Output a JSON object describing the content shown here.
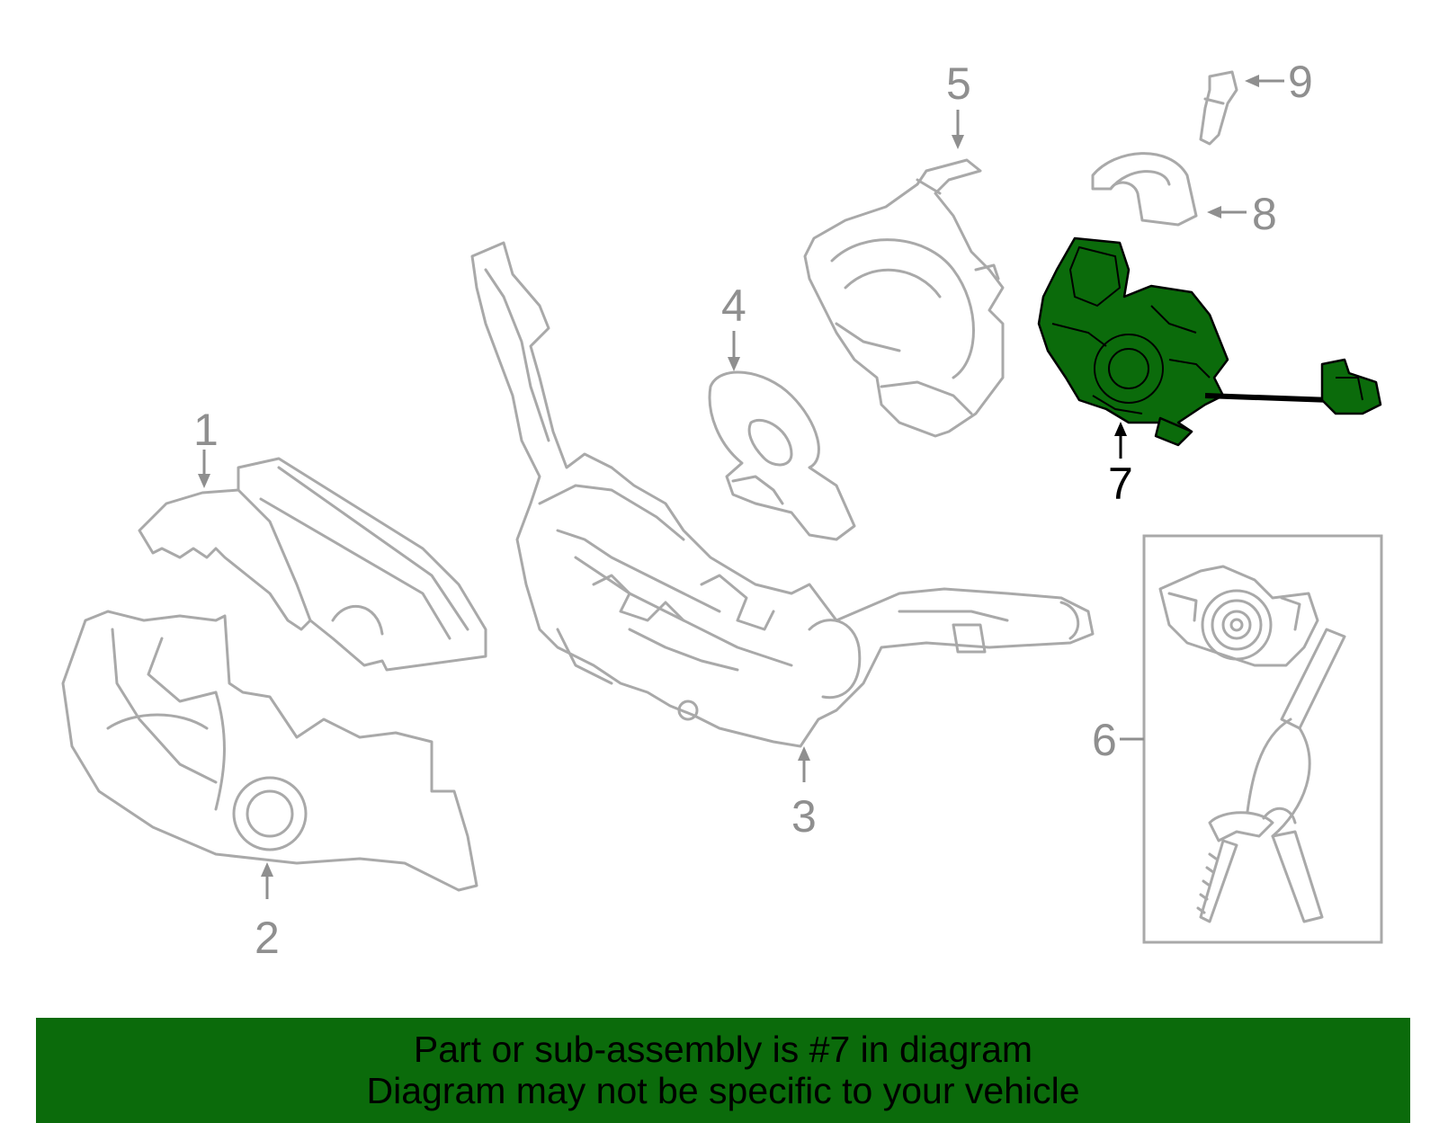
{
  "labels": {
    "p1": "1",
    "p2": "2",
    "p3": "3",
    "p4": "4",
    "p5": "5",
    "p6": "6",
    "p7": "7",
    "p8": "8",
    "p9": "9"
  },
  "highlighted_part": "7",
  "colors": {
    "highlight": "#0b6b0b",
    "outline": "#a9a9a9",
    "label": "#8f8f8f",
    "banner": "#0b6b0b"
  },
  "banner": {
    "line1": "Part or sub-assembly is #7 in diagram",
    "line2": "Diagram may not be specific to your vehicle"
  }
}
